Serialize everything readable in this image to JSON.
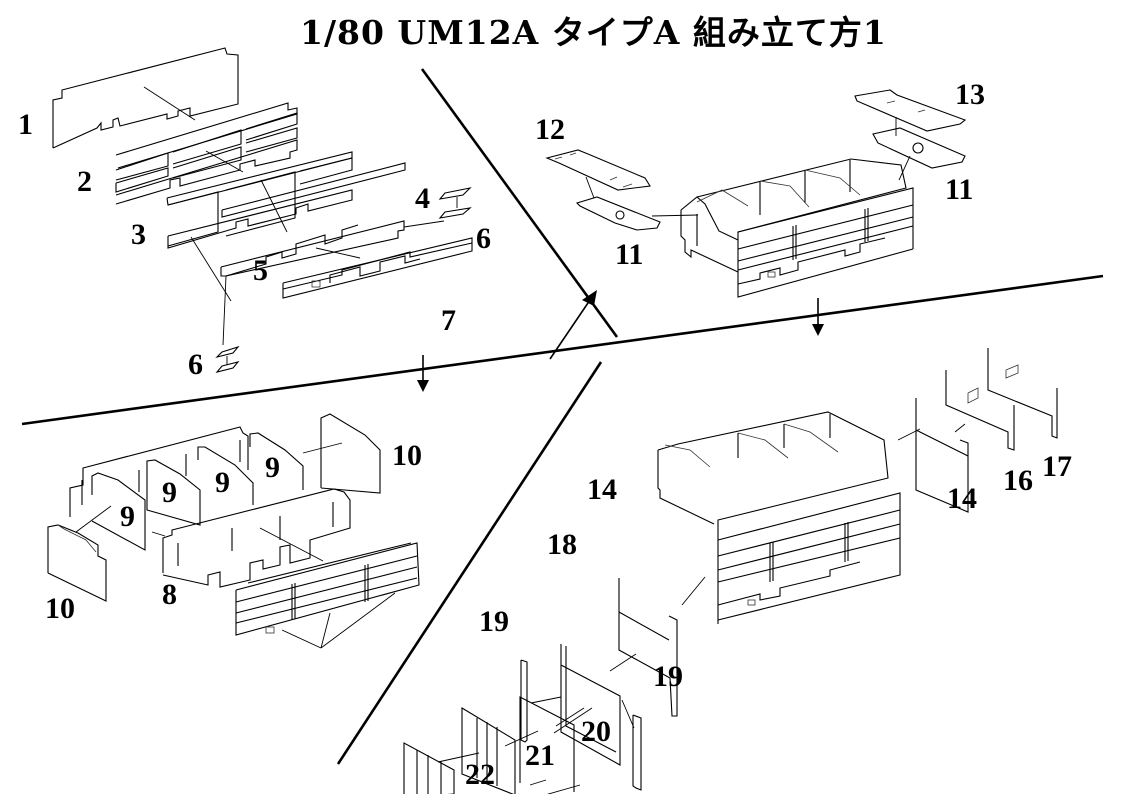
{
  "title": "1/80 UM12A タイプA 組み立て方1",
  "sections": {
    "step1_frame_parts": {
      "labels": [
        "1",
        "2",
        "3",
        "4",
        "5",
        "6",
        "7",
        "6"
      ]
    },
    "step2_floor_parts": {
      "labels": [
        "12",
        "11",
        "13",
        "11"
      ]
    },
    "step3_partitions": {
      "labels": [
        "10",
        "9",
        "9",
        "9",
        "9",
        "10",
        "8"
      ]
    },
    "step4_end_parts": {
      "labels": [
        "14",
        "18",
        "19",
        "19",
        "20",
        "21",
        "22",
        "14",
        "16",
        "17"
      ]
    }
  }
}
